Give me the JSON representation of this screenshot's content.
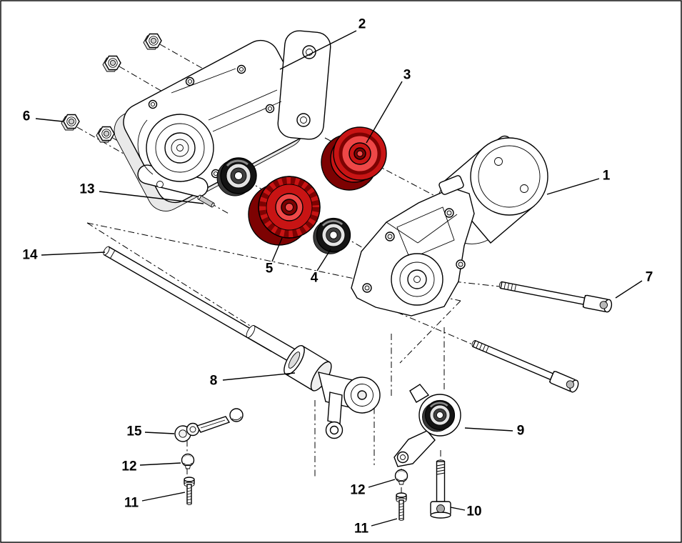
{
  "diagram": {
    "type": "Exploded parts diagram",
    "background": "#ffffff",
    "colors": {
      "line": "#000000",
      "red_light": "#ee4747",
      "red_mid": "#c81414",
      "red_dark": "#7d0202",
      "metal_light": "#e3e3e3",
      "metal_mid": "#a0a0a0",
      "metal_dark": "#161616"
    },
    "callouts": [
      {
        "label": "1",
        "text": [
          849,
          246
        ],
        "line": [
          839,
          250,
          766,
          272
        ]
      },
      {
        "label": "2",
        "text": [
          507,
          34
        ],
        "line": [
          499,
          43,
          392,
          97
        ]
      },
      {
        "label": "3",
        "text": [
          570,
          105
        ],
        "line": [
          563,
          114,
          513,
          200
        ]
      },
      {
        "label": "4",
        "text": [
          440,
          389
        ],
        "line": [
          444,
          379,
          463,
          349
        ]
      },
      {
        "label": "5",
        "text": [
          377,
          376
        ],
        "line": [
          381,
          366,
          395,
          333
        ]
      },
      {
        "label": "6",
        "text": [
          37,
          163
        ],
        "line": [
          50,
          166,
          88,
          170
        ]
      },
      {
        "label": "7",
        "text": [
          909,
          388
        ],
        "line": [
          899,
          393,
          862,
          417
        ]
      },
      {
        "label": "8",
        "text": [
          299,
          533
        ],
        "line": [
          312,
          532,
          413,
          522
        ]
      },
      {
        "label": "9",
        "text": [
          729,
          603
        ],
        "line": [
          718,
          603,
          651,
          599
        ]
      },
      {
        "label": "10",
        "text": [
          664,
          716
        ],
        "line": [
          651,
          714,
          631,
          710
        ]
      },
      {
        "label": "11",
        "text": [
          184,
          704
        ],
        "line": [
          199,
          701,
          259,
          689
        ]
      },
      {
        "label": "12",
        "text": [
          181,
          653
        ],
        "line": [
          196,
          651,
          253,
          648
        ]
      },
      {
        "label": "13",
        "text": [
          122,
          265
        ],
        "line": [
          139,
          268,
          285,
          285
        ]
      },
      {
        "label": "14",
        "text": [
          42,
          357
        ],
        "line": [
          58,
          357,
          147,
          353
        ]
      },
      {
        "label": "15",
        "text": [
          188,
          604
        ],
        "line": [
          203,
          605,
          244,
          607
        ]
      },
      {
        "label": "12",
        "text": [
          501,
          686
        ],
        "line": [
          516,
          682,
          553,
          671
        ]
      },
      {
        "label": "11",
        "text": [
          506,
          740
        ],
        "line": [
          520,
          736,
          556,
          726
        ]
      }
    ]
  }
}
